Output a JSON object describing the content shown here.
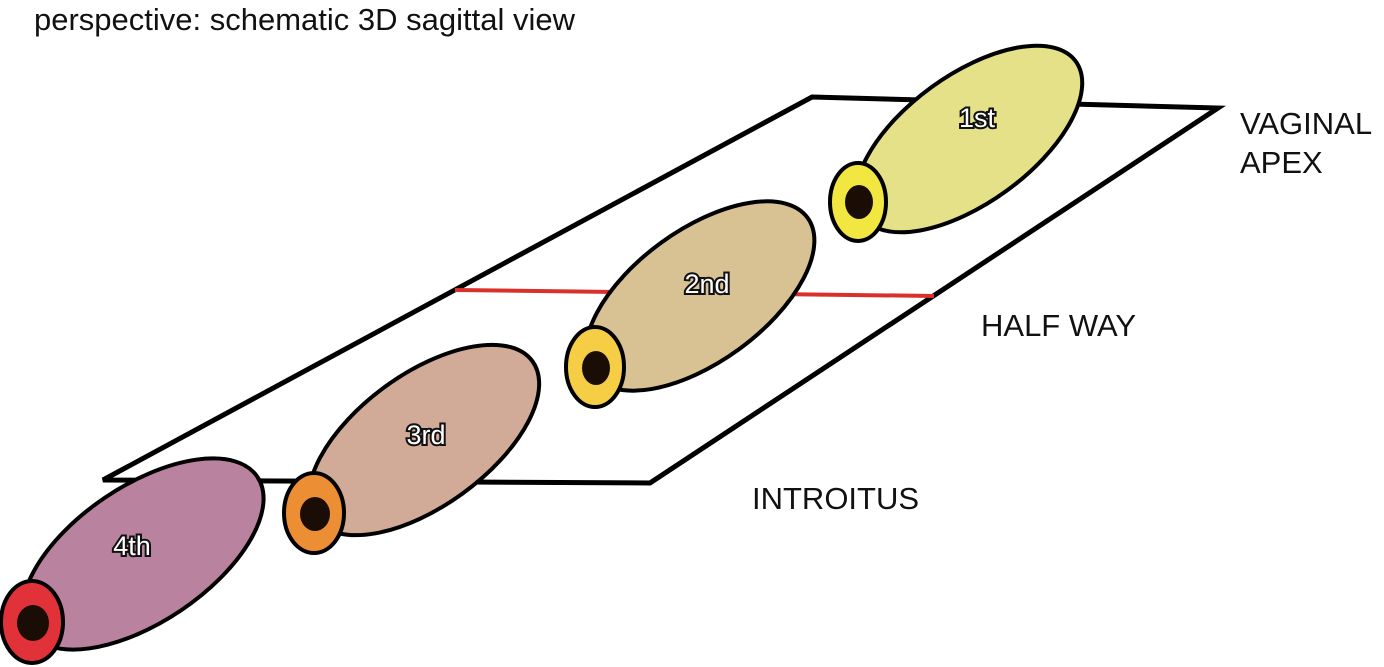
{
  "title": "perspective: schematic 3D sagittal view",
  "labels": {
    "apex_line1": "VAGINAL",
    "apex_line2": "APEX",
    "half_way": "HALF WAY",
    "introitus": "INTROITUS"
  },
  "colors": {
    "plane_outline": "#000000",
    "half_way_line": "#d9302b",
    "segment_outline": "#000000",
    "lumen": "#1a0d06"
  },
  "segments": [
    {
      "label": "1st",
      "fill": "#e4e188",
      "ring": "#f2e640"
    },
    {
      "label": "2nd",
      "fill": "#d8c192",
      "ring": "#f6ce46"
    },
    {
      "label": "3rd",
      "fill": "#d1ab98",
      "ring": "#ec8e34"
    },
    {
      "label": "4th",
      "fill": "#b9829e",
      "ring": "#e1323a"
    }
  ]
}
